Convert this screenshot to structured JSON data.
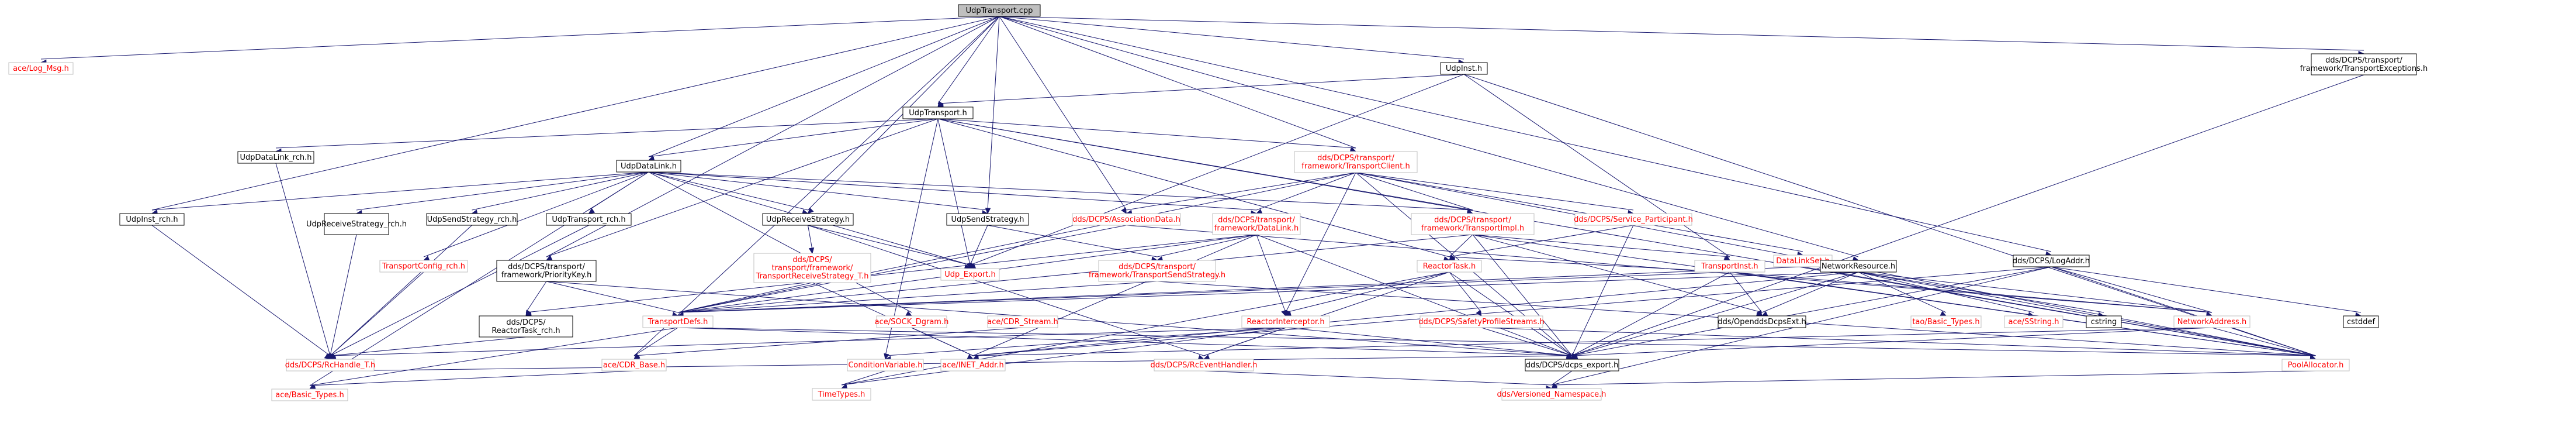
{
  "diagram": {
    "colors": {
      "edge": "#191970",
      "root_fill": "#bfbfbf",
      "missing_text": "#ff0000"
    },
    "nodes": [
      {
        "id": "udp_cpp",
        "label": "UdpTransport.cpp",
        "kind": "root"
      },
      {
        "id": "log_msg",
        "label": "ace/Log_Msg.h",
        "kind": "nodoc"
      },
      {
        "id": "udpinst",
        "label": "UdpInst.h",
        "kind": "doc"
      },
      {
        "id": "transport_exc",
        "label": "dds/DCPS/transport/framework/TransportExceptions.h",
        "kind": "doc"
      },
      {
        "id": "udptransport_h",
        "label": "UdpTransport.h",
        "kind": "doc"
      },
      {
        "id": "udpdatalink_rch",
        "label": "UdpDataLink_rch.h",
        "kind": "doc"
      },
      {
        "id": "udpdatalink",
        "label": "UdpDataLink.h",
        "kind": "doc"
      },
      {
        "id": "transportclient",
        "label": "dds/DCPS/transport/framework/TransportClient.h",
        "kind": "nodoc"
      },
      {
        "id": "udpinst_rch",
        "label": "UdpInst_rch.h",
        "kind": "doc"
      },
      {
        "id": "udprecvstrat_rch",
        "label": "UdpReceiveStrategy_rch.h",
        "kind": "doc"
      },
      {
        "id": "udpsendstrat_rch",
        "label": "UdpSendStrategy_rch.h",
        "kind": "doc"
      },
      {
        "id": "udptransport_rch",
        "label": "UdpTransport_rch.h",
        "kind": "doc"
      },
      {
        "id": "udprecvstrat",
        "label": "UdpReceiveStrategy.h",
        "kind": "doc"
      },
      {
        "id": "udpsendstrat",
        "label": "UdpSendStrategy.h",
        "kind": "doc"
      },
      {
        "id": "assocdata",
        "label": "dds/DCPS/AssociationData.h",
        "kind": "nodoc"
      },
      {
        "id": "datalink",
        "label": "dds/DCPS/transport/framework/DataLink.h",
        "kind": "nodoc"
      },
      {
        "id": "transportimpl",
        "label": "dds/DCPS/transport/framework/TransportImpl.h",
        "kind": "nodoc"
      },
      {
        "id": "serviceparticipant",
        "label": "dds/DCPS/Service_Participant.h",
        "kind": "nodoc"
      },
      {
        "id": "datalinkset",
        "label": "DataLinkSet.h",
        "kind": "nodoc"
      },
      {
        "id": "logaddr",
        "label": "dds/DCPS/LogAddr.h",
        "kind": "doc"
      },
      {
        "id": "transportconfig_rch",
        "label": "TransportConfig_rch.h",
        "kind": "nodoc"
      },
      {
        "id": "prioritykey",
        "label": "dds/DCPS/transport/framework/PriorityKey.h",
        "kind": "doc"
      },
      {
        "id": "transportrecvstrat_t",
        "label": "dds/DCPS/transport/framework/TransportReceiveStrategy_T.h",
        "kind": "nodoc"
      },
      {
        "id": "udp_export",
        "label": "Udp_Export.h",
        "kind": "nodoc"
      },
      {
        "id": "transportsendstrat",
        "label": "dds/DCPS/transport/framework/TransportSendStrategy.h",
        "kind": "nodoc"
      },
      {
        "id": "reactortask",
        "label": "ReactorTask.h",
        "kind": "nodoc"
      },
      {
        "id": "transportinst",
        "label": "TransportInst.h",
        "kind": "nodoc"
      },
      {
        "id": "networkresource",
        "label": "NetworkResource.h",
        "kind": "doc"
      },
      {
        "id": "reactortask_rch",
        "label": "dds/DCPS/ReactorTask_rch.h",
        "kind": "doc"
      },
      {
        "id": "transportdefs",
        "label": "TransportDefs.h",
        "kind": "nodoc"
      },
      {
        "id": "sock_dgram",
        "label": "ace/SOCK_Dgram.h",
        "kind": "nodoc"
      },
      {
        "id": "cdr_stream",
        "label": "ace/CDR_Stream.h",
        "kind": "nodoc"
      },
      {
        "id": "reactorinterceptor",
        "label": "ReactorInterceptor.h",
        "kind": "nodoc"
      },
      {
        "id": "safetyprofilestreams",
        "label": "dds/DCPS/SafetyProfileStreams.h",
        "kind": "nodoc"
      },
      {
        "id": "opendds_export",
        "label": "dds/OpenddsDcpsExt.h",
        "kind": "doc"
      },
      {
        "id": "basic_types_tao",
        "label": "tao/Basic_Types.h",
        "kind": "nodoc"
      },
      {
        "id": "sstring",
        "label": "ace/SString.h",
        "kind": "nodoc"
      },
      {
        "id": "cstring",
        "label": "cstring",
        "kind": "doc"
      },
      {
        "id": "networkaddress",
        "label": "NetworkAddress.h",
        "kind": "nodoc"
      },
      {
        "id": "cstddef",
        "label": "cstddef",
        "kind": "doc"
      },
      {
        "id": "rchandle_t",
        "label": "dds/DCPS/RcHandle_T.h",
        "kind": "nodoc"
      },
      {
        "id": "cdr_base",
        "label": "ace/CDR_Base.h",
        "kind": "nodoc"
      },
      {
        "id": "conditionvariable",
        "label": "ConditionVariable.h",
        "kind": "nodoc"
      },
      {
        "id": "inet_addr",
        "label": "ace/INET_Addr.h",
        "kind": "nodoc"
      },
      {
        "id": "rceventhandler",
        "label": "dds/DCPS/RcEventHandler.h",
        "kind": "nodoc"
      },
      {
        "id": "dcps_export",
        "label": "dds/DCPS/dcps_export.h",
        "kind": "doc"
      },
      {
        "id": "poolallocator",
        "label": "PoolAllocator.h",
        "kind": "nodoc"
      },
      {
        "id": "basic_types_ace",
        "label": "ace/Basic_Types.h",
        "kind": "nodoc"
      },
      {
        "id": "timetypes",
        "label": "TimeTypes.h",
        "kind": "nodoc"
      },
      {
        "id": "versioned_ns",
        "label": "dds/Versioned_Namespace.h",
        "kind": "nodoc"
      }
    ],
    "edges": [
      [
        "udp_cpp",
        "log_msg"
      ],
      [
        "udp_cpp",
        "udpinst"
      ],
      [
        "udp_cpp",
        "transport_exc"
      ],
      [
        "udp_cpp",
        "udptransport_h"
      ],
      [
        "udp_cpp",
        "udpdatalink"
      ],
      [
        "udp_cpp",
        "transportclient"
      ],
      [
        "udp_cpp",
        "udpinst_rch"
      ],
      [
        "udp_cpp",
        "udprecvstrat"
      ],
      [
        "udp_cpp",
        "udpsendstrat"
      ],
      [
        "udp_cpp",
        "assocdata"
      ],
      [
        "udp_cpp",
        "networkresource"
      ],
      [
        "udp_cpp",
        "logaddr"
      ],
      [
        "udp_cpp",
        "prioritykey"
      ],
      [
        "udp_cpp",
        "cdr_base"
      ],
      [
        "udpinst",
        "udptransport_h"
      ],
      [
        "udpinst",
        "transportinst"
      ],
      [
        "udpinst",
        "udp_export"
      ],
      [
        "udpinst",
        "poolallocator"
      ],
      [
        "transport_exc",
        "dcps_export"
      ],
      [
        "udptransport_h",
        "udpdatalink_rch"
      ],
      [
        "udptransport_h",
        "udpdatalink"
      ],
      [
        "udptransport_h",
        "transportclient"
      ],
      [
        "udptransport_h",
        "transportimpl"
      ],
      [
        "udptransport_h",
        "udp_export"
      ],
      [
        "udptransport_h",
        "prioritykey"
      ],
      [
        "udptransport_h",
        "poolallocator"
      ],
      [
        "udptransport_h",
        "reactortask"
      ],
      [
        "udptransport_h",
        "conditionvariable"
      ],
      [
        "udpdatalink_rch",
        "rchandle_t"
      ],
      [
        "udpdatalink",
        "udpinst_rch"
      ],
      [
        "udpdatalink",
        "udprecvstrat_rch"
      ],
      [
        "udpdatalink",
        "udpsendstrat_rch"
      ],
      [
        "udpdatalink",
        "udptransport_rch"
      ],
      [
        "udpdatalink",
        "udprecvstrat"
      ],
      [
        "udpdatalink",
        "udpsendstrat"
      ],
      [
        "udpdatalink",
        "datalink"
      ],
      [
        "udpdatalink",
        "udp_export"
      ],
      [
        "udpdatalink",
        "transportconfig_rch"
      ],
      [
        "udpdatalink",
        "sock_dgram"
      ],
      [
        "udpdatalink",
        "basic_types_ace"
      ],
      [
        "udpdatalink",
        "transportimpl"
      ],
      [
        "transportclient",
        "assocdata"
      ],
      [
        "transportclient",
        "datalink"
      ],
      [
        "transportclient",
        "transportimpl"
      ],
      [
        "transportclient",
        "serviceparticipant"
      ],
      [
        "transportclient",
        "datalinkset"
      ],
      [
        "transportclient",
        "dcps_export"
      ],
      [
        "transportclient",
        "transportdefs"
      ],
      [
        "transportclient",
        "poolallocator"
      ],
      [
        "transportclient",
        "reactorinterceptor"
      ],
      [
        "udpinst_rch",
        "rchandle_t"
      ],
      [
        "udprecvstrat_rch",
        "rchandle_t"
      ],
      [
        "udpsendstrat_rch",
        "rchandle_t"
      ],
      [
        "udptransport_rch",
        "rchandle_t"
      ],
      [
        "udprecvstrat",
        "transportrecvstrat_t"
      ],
      [
        "udprecvstrat",
        "udp_export"
      ],
      [
        "udprecvstrat",
        "rceventhandler"
      ],
      [
        "udpsendstrat",
        "transportsendstrat"
      ],
      [
        "udpsendstrat",
        "udp_export"
      ],
      [
        "assocdata",
        "transportdefs"
      ],
      [
        "assocdata",
        "networkaddress"
      ],
      [
        "datalink",
        "transportdefs"
      ],
      [
        "datalink",
        "transportsendstrat"
      ],
      [
        "datalink",
        "reactorinterceptor"
      ],
      [
        "datalink",
        "dcps_export"
      ],
      [
        "datalink",
        "reactortask_rch"
      ],
      [
        "datalink",
        "inet_addr"
      ],
      [
        "transportimpl",
        "transportinst"
      ],
      [
        "transportimpl",
        "reactortask"
      ],
      [
        "transportimpl",
        "transportdefs"
      ],
      [
        "transportimpl",
        "dcps_export"
      ],
      [
        "transportimpl",
        "opendds_export"
      ],
      [
        "transportimpl",
        "poolallocator"
      ],
      [
        "serviceparticipant",
        "reactortask"
      ],
      [
        "serviceparticipant",
        "dcps_export"
      ],
      [
        "datalinkset",
        "poolallocator"
      ],
      [
        "datalinkset",
        "transportdefs"
      ],
      [
        "logaddr",
        "networkaddress"
      ],
      [
        "logaddr",
        "cstddef"
      ],
      [
        "logaddr",
        "inet_addr"
      ],
      [
        "logaddr",
        "dcps_export"
      ],
      [
        "logaddr",
        "poolallocator"
      ],
      [
        "logaddr",
        "versioned_ns"
      ],
      [
        "transportconfig_rch",
        "rchandle_t"
      ],
      [
        "prioritykey",
        "reactortask_rch"
      ],
      [
        "prioritykey",
        "transportdefs"
      ],
      [
        "prioritykey",
        "dcps_export"
      ],
      [
        "transportrecvstrat_t",
        "transportdefs"
      ],
      [
        "transportrecvstrat_t",
        "inet_addr"
      ],
      [
        "transportsendstrat",
        "transportdefs"
      ],
      [
        "transportsendstrat",
        "poolallocator"
      ],
      [
        "reactortask",
        "reactorinterceptor"
      ],
      [
        "reactortask",
        "safetyprofilestreams"
      ],
      [
        "reactortask",
        "dcps_export"
      ],
      [
        "reactortask",
        "timetypes"
      ],
      [
        "reactortask",
        "rceventhandler"
      ],
      [
        "transportinst",
        "transportdefs"
      ],
      [
        "transportinst",
        "networkaddress"
      ],
      [
        "transportinst",
        "opendds_export"
      ],
      [
        "transportinst",
        "dcps_export"
      ],
      [
        "transportinst",
        "poolallocator"
      ],
      [
        "transportinst",
        "reactortask"
      ],
      [
        "networkresource",
        "transportdefs"
      ],
      [
        "networkresource",
        "opendds_export"
      ],
      [
        "networkresource",
        "basic_types_tao"
      ],
      [
        "networkresource",
        "sstring"
      ],
      [
        "networkresource",
        "cstring"
      ],
      [
        "networkresource",
        "networkaddress"
      ],
      [
        "networkresource",
        "inet_addr"
      ],
      [
        "networkresource",
        "dcps_export"
      ],
      [
        "networkresource",
        "poolallocator"
      ],
      [
        "reactortask_rch",
        "rchandle_t"
      ],
      [
        "transportdefs",
        "cdr_base"
      ],
      [
        "transportdefs",
        "basic_types_ace"
      ],
      [
        "transportdefs",
        "dcps_export"
      ],
      [
        "transportdefs",
        "poolallocator"
      ],
      [
        "sock_dgram",
        "inet_addr"
      ],
      [
        "cdr_stream",
        "cdr_base"
      ],
      [
        "reactorinterceptor",
        "rceventhandler"
      ],
      [
        "reactorinterceptor",
        "conditionvariable"
      ],
      [
        "reactorinterceptor",
        "dcps_export"
      ],
      [
        "reactorinterceptor",
        "timetypes"
      ],
      [
        "reactorinterceptor",
        "rchandle_t"
      ],
      [
        "safetyprofilestreams",
        "dcps_export"
      ],
      [
        "safetyprofilestreams",
        "poolallocator"
      ],
      [
        "networkaddress",
        "inet_addr"
      ],
      [
        "networkaddress",
        "dcps_export"
      ],
      [
        "networkaddress",
        "poolallocator"
      ],
      [
        "rchandle_t",
        "dcps_export"
      ],
      [
        "conditionvariable",
        "timetypes"
      ],
      [
        "rceventhandler",
        "versioned_ns"
      ],
      [
        "dcps_export",
        "versioned_ns"
      ],
      [
        "poolallocator",
        "versioned_ns"
      ],
      [
        "cdr_base",
        "basic_types_ace"
      ]
    ]
  }
}
